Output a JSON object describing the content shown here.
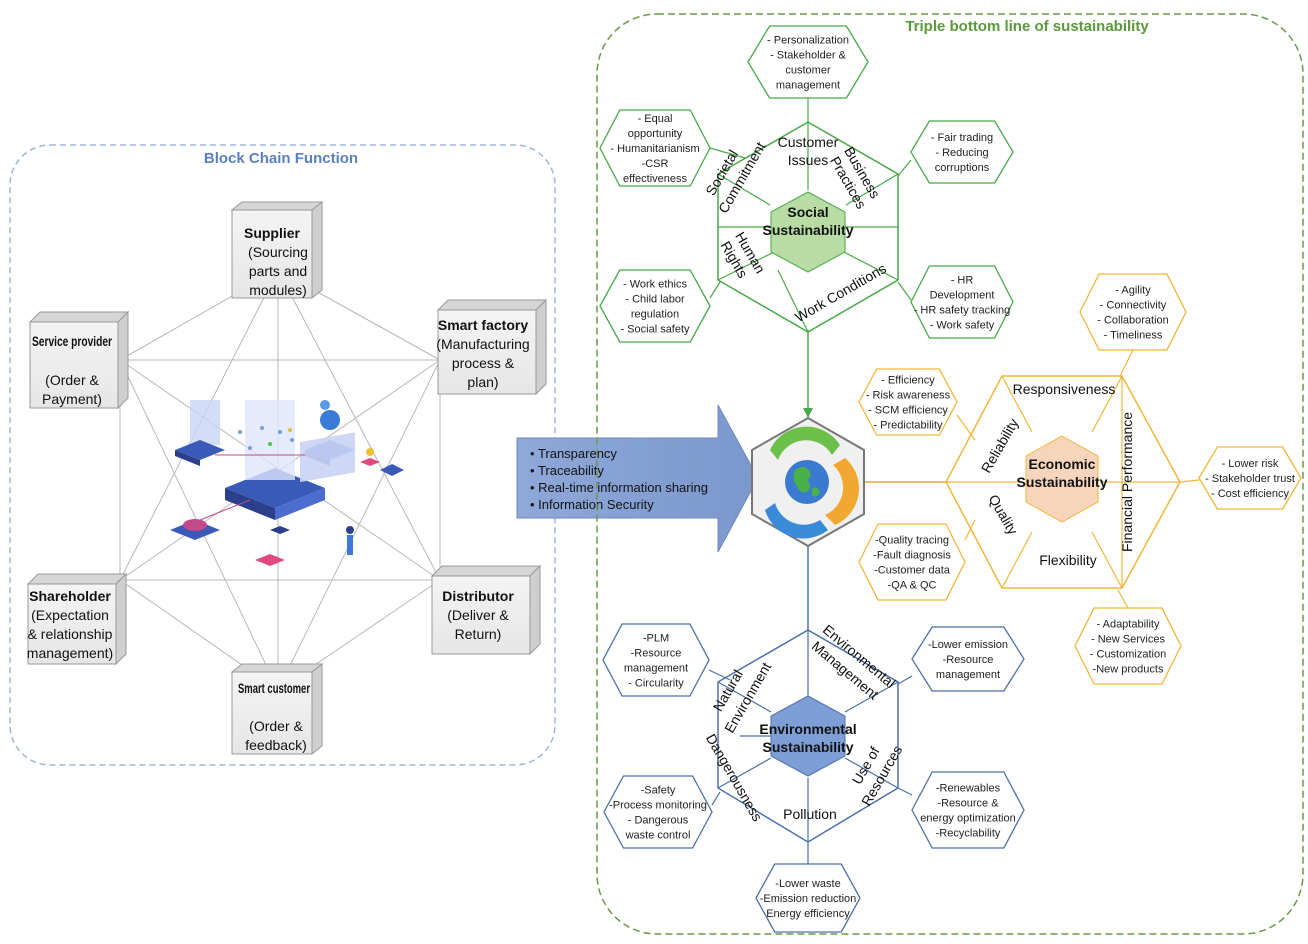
{
  "blockchain": {
    "title": "Block Chain Function",
    "nodes": [
      {
        "id": "supplier",
        "name": "Supplier",
        "lines": [
          "(Sourcing",
          "parts and",
          "modules)"
        ]
      },
      {
        "id": "smart-factory",
        "name": "Smart factory",
        "lines": [
          "(Manufacturing",
          "process &",
          "plan)"
        ]
      },
      {
        "id": "distributor",
        "name": "Distributor",
        "lines": [
          "(Deliver &",
          "Return)"
        ]
      },
      {
        "id": "smart-customer",
        "name": "Smart customer",
        "lines": [
          "(Order &",
          "feedback)"
        ]
      },
      {
        "id": "shareholder",
        "name": "Shareholder",
        "lines": [
          "(Expectation",
          "& relationship",
          "management)"
        ]
      },
      {
        "id": "service-provider",
        "name": "Service provider",
        "lines": [
          "(Order &",
          "Payment)"
        ]
      }
    ]
  },
  "arrow": {
    "items": [
      "Transparency",
      "Traceability",
      "Real-time information sharing",
      "Information Security"
    ]
  },
  "tbl": {
    "title": "Triple bottom line of sustainability",
    "social": {
      "center": "Social Sustainability",
      "segments": [
        "Customer Issues",
        "Business Practices",
        "Work Conditions",
        "Human Rights",
        "Societal Commitment"
      ],
      "satellites": [
        {
          "id": "personalization",
          "lines": [
            "- Personalization",
            "- Stakeholder &",
            "customer",
            "management"
          ]
        },
        {
          "id": "equal-opportunity",
          "lines": [
            "- Equal",
            "opportunity",
            "- Humanitarianism",
            "-CSR",
            "effectiveness"
          ]
        },
        {
          "id": "fair-trading",
          "lines": [
            "- Fair trading",
            "- Reducing",
            "corruptions"
          ]
        },
        {
          "id": "work-ethics",
          "lines": [
            "- Work ethics",
            "- Child labor",
            "regulation",
            "- Social safety"
          ]
        },
        {
          "id": "hr-development",
          "lines": [
            "- HR",
            "Development",
            "- HR safety tracking",
            "- Work safety"
          ]
        }
      ]
    },
    "economic": {
      "center": "Economic Sustainability",
      "segments": [
        "Responsiveness",
        "Reliability",
        "Quality",
        "Flexibility",
        "Financial Performance"
      ],
      "satellites": [
        {
          "id": "agility",
          "lines": [
            "- Agility",
            "- Connectivity",
            "- Collaboration",
            "- Timeliness"
          ]
        },
        {
          "id": "efficiency",
          "lines": [
            "- Efficiency",
            "- Risk awareness",
            "- SCM efficiency",
            "- Predictability"
          ]
        },
        {
          "id": "lower-risk",
          "lines": [
            "- Lower risk",
            "- Stakeholder trust",
            "- Cost efficiency"
          ]
        },
        {
          "id": "quality-tracing",
          "lines": [
            "-Quality tracing",
            "-Fault diagnosis",
            "-Customer data",
            "-QA & QC"
          ]
        },
        {
          "id": "adaptability",
          "lines": [
            "- Adaptability",
            "- New Services",
            "- Customization",
            "-New products"
          ]
        }
      ]
    },
    "environmental": {
      "center": "Environmental Sustainability",
      "segments": [
        "Natural Environment",
        "Environmental Management",
        "Use of Resources",
        "Pollution",
        "Dangerousness"
      ],
      "satellites": [
        {
          "id": "plm",
          "lines": [
            "-PLM",
            "-Resource",
            "management",
            "- Circularity"
          ]
        },
        {
          "id": "lower-emission",
          "lines": [
            "-Lower emission",
            "-Resource",
            "management"
          ]
        },
        {
          "id": "safety",
          "lines": [
            "-Safety",
            "-Process monitoring",
            "- Dangerous",
            "waste control"
          ]
        },
        {
          "id": "renewables",
          "lines": [
            "-Renewables",
            "-Resource &",
            "energy optimization",
            "-Recyclability"
          ]
        },
        {
          "id": "lower-waste",
          "lines": [
            "-Lower waste",
            "-Emission reduction",
            "Energy efficiency"
          ]
        }
      ]
    }
  },
  "colors": {
    "social": "#4aa84a",
    "social_fill": "#b9dca4",
    "economic": "#f0b73a",
    "economic_fill": "#f7d5bc",
    "environmental": "#4a72a8",
    "environmental_fill": "#7e9ed6",
    "arrow_fill": "#8fa9d8",
    "blockchain_border": "#9fb6d8",
    "tbl_border": "#6a9a4a"
  }
}
